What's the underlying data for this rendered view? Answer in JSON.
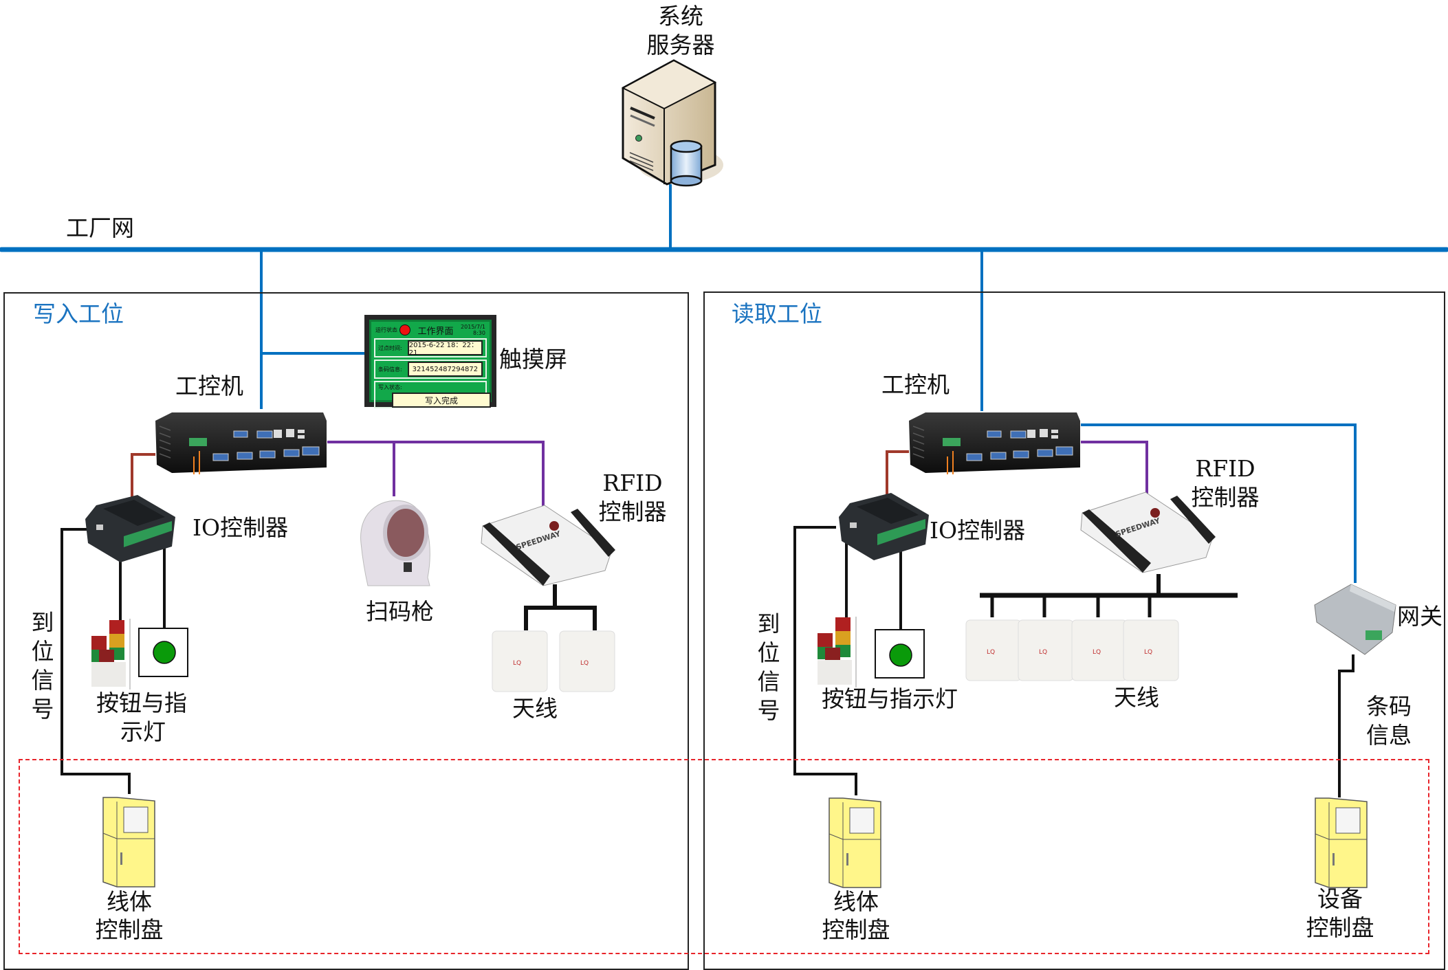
{
  "server": {
    "label_line1": "系统",
    "label_line2": "服务器",
    "icon": "server-database-icon"
  },
  "network": {
    "label": "工厂网",
    "color": "#0070c0"
  },
  "stations": [
    {
      "title": "写入工位",
      "ipc_label": "工控机",
      "touchscreen": {
        "label": "触摸屏",
        "status_label": "运行状态",
        "screen_title": "工作界面",
        "date": "2015/7/1",
        "time": "8:30",
        "rows": [
          {
            "label": "过点时间:",
            "value": "2015-6-22 18：22：21"
          },
          {
            "label": "条码信息:",
            "value": "321452487294872"
          },
          {
            "label": "写入状态:",
            "value": "写入完成"
          }
        ]
      },
      "io_label": "IO控制器",
      "scanner_label": "扫码枪",
      "rfid_label_line1": "RFID",
      "rfid_label_line2": "控制器",
      "antenna_label": "天线",
      "antenna_count": 2,
      "antenna_brand": "LQ",
      "light_label_line1": "按钮与指",
      "light_label_line2": "示灯",
      "signal_label": [
        "到",
        "位",
        "信",
        "号"
      ],
      "cabinet_label_line1": "线体",
      "cabinet_label_line2": "控制盘"
    },
    {
      "title": "读取工位",
      "ipc_label": "工控机",
      "io_label": "IO控制器",
      "rfid_label_line1": "RFID",
      "rfid_label_line2": "控制器",
      "antenna_label": "天线",
      "antenna_count": 4,
      "antenna_brand": "LQ",
      "light_label": "按钮与指示灯",
      "signal_label": [
        "到",
        "位",
        "信",
        "号"
      ],
      "gateway_label": "网关",
      "barcode_label_line1": "条码",
      "barcode_label_line2": "信息",
      "cabinet_label_line1": "线体",
      "cabinet_label_line2": "控制盘",
      "device_cabinet_label_line1": "设备",
      "device_cabinet_label_line2": "控制盘"
    }
  ],
  "colors": {
    "network_blue": "#0070c0",
    "purple_link": "#7030a0",
    "brown_link": "#a0392b",
    "station_title": "#1a73c0",
    "dashed_box": "#e8242a",
    "cabinet_yellow": "#fff68a",
    "button_green": "#0a9a0a"
  }
}
